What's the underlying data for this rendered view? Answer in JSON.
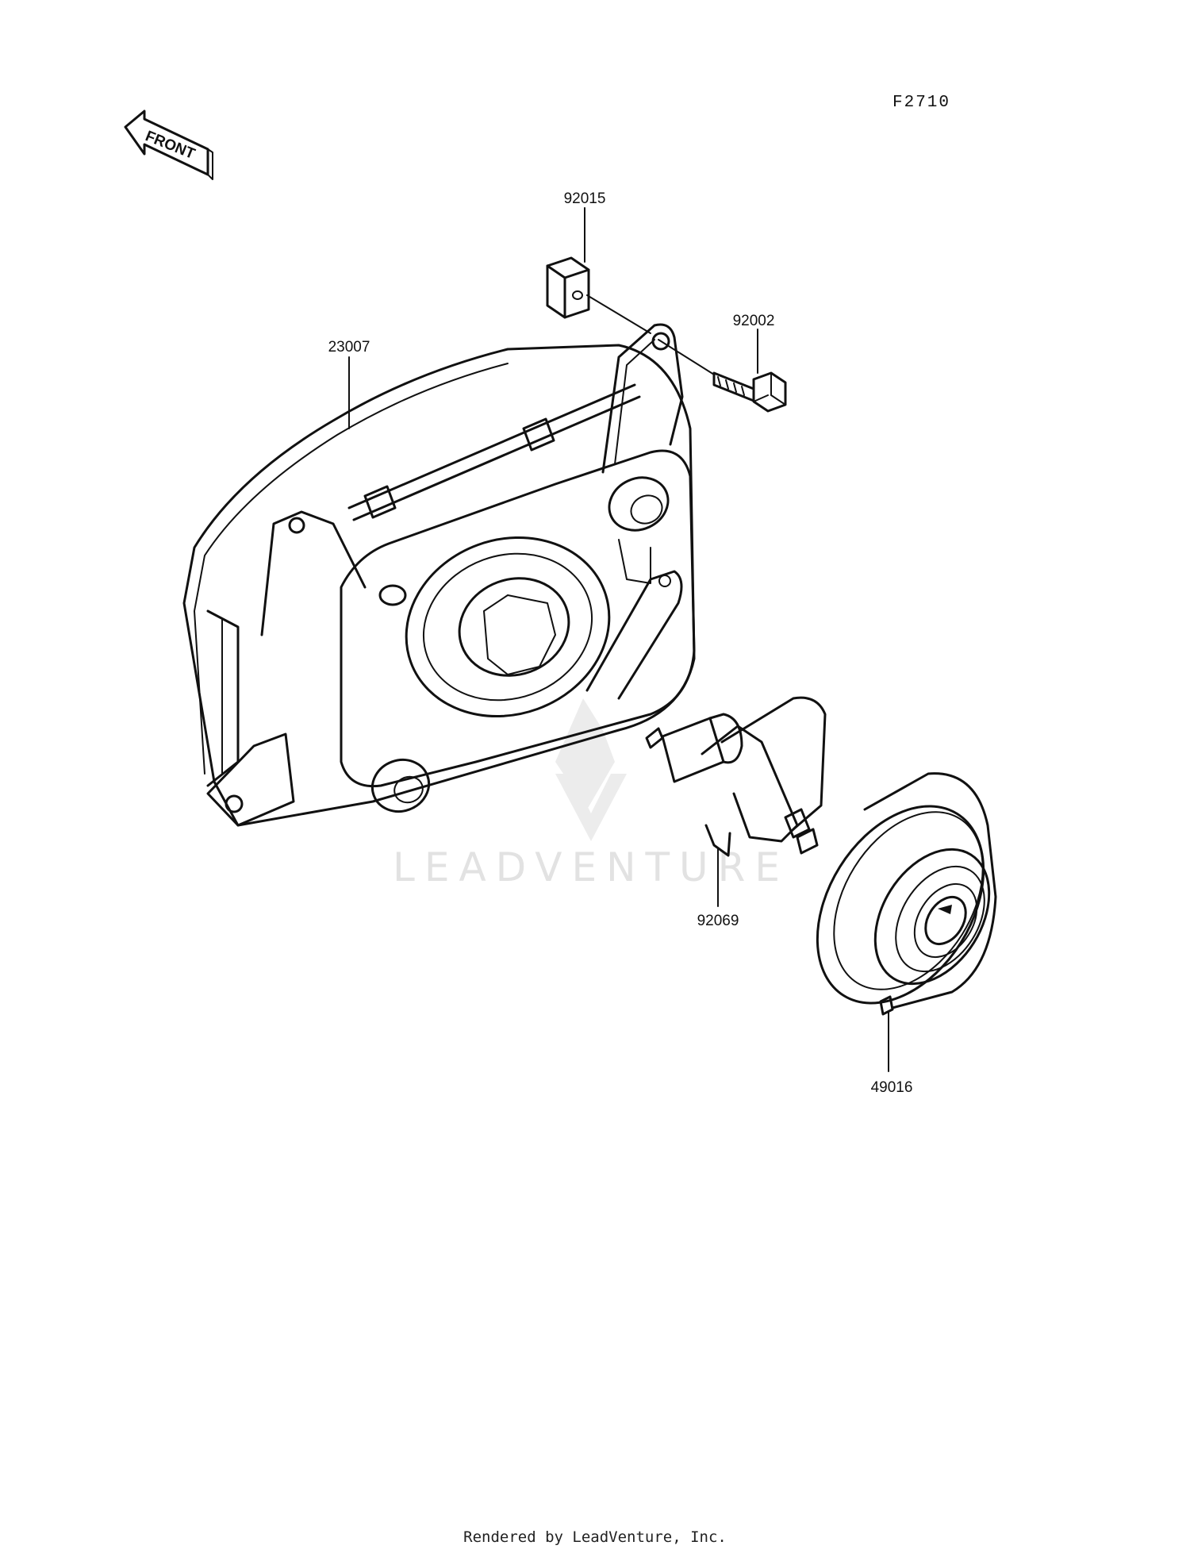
{
  "figure": {
    "code": "F2710",
    "front_label": "FRONT"
  },
  "parts": [
    {
      "number": "92015"
    },
    {
      "number": "92002"
    },
    {
      "number": "23007"
    },
    {
      "number": "92069"
    },
    {
      "number": "49016"
    }
  ],
  "watermark": {
    "text": "LEADVENTURE"
  },
  "footer": {
    "text": "Rendered by LeadVenture, Inc."
  }
}
